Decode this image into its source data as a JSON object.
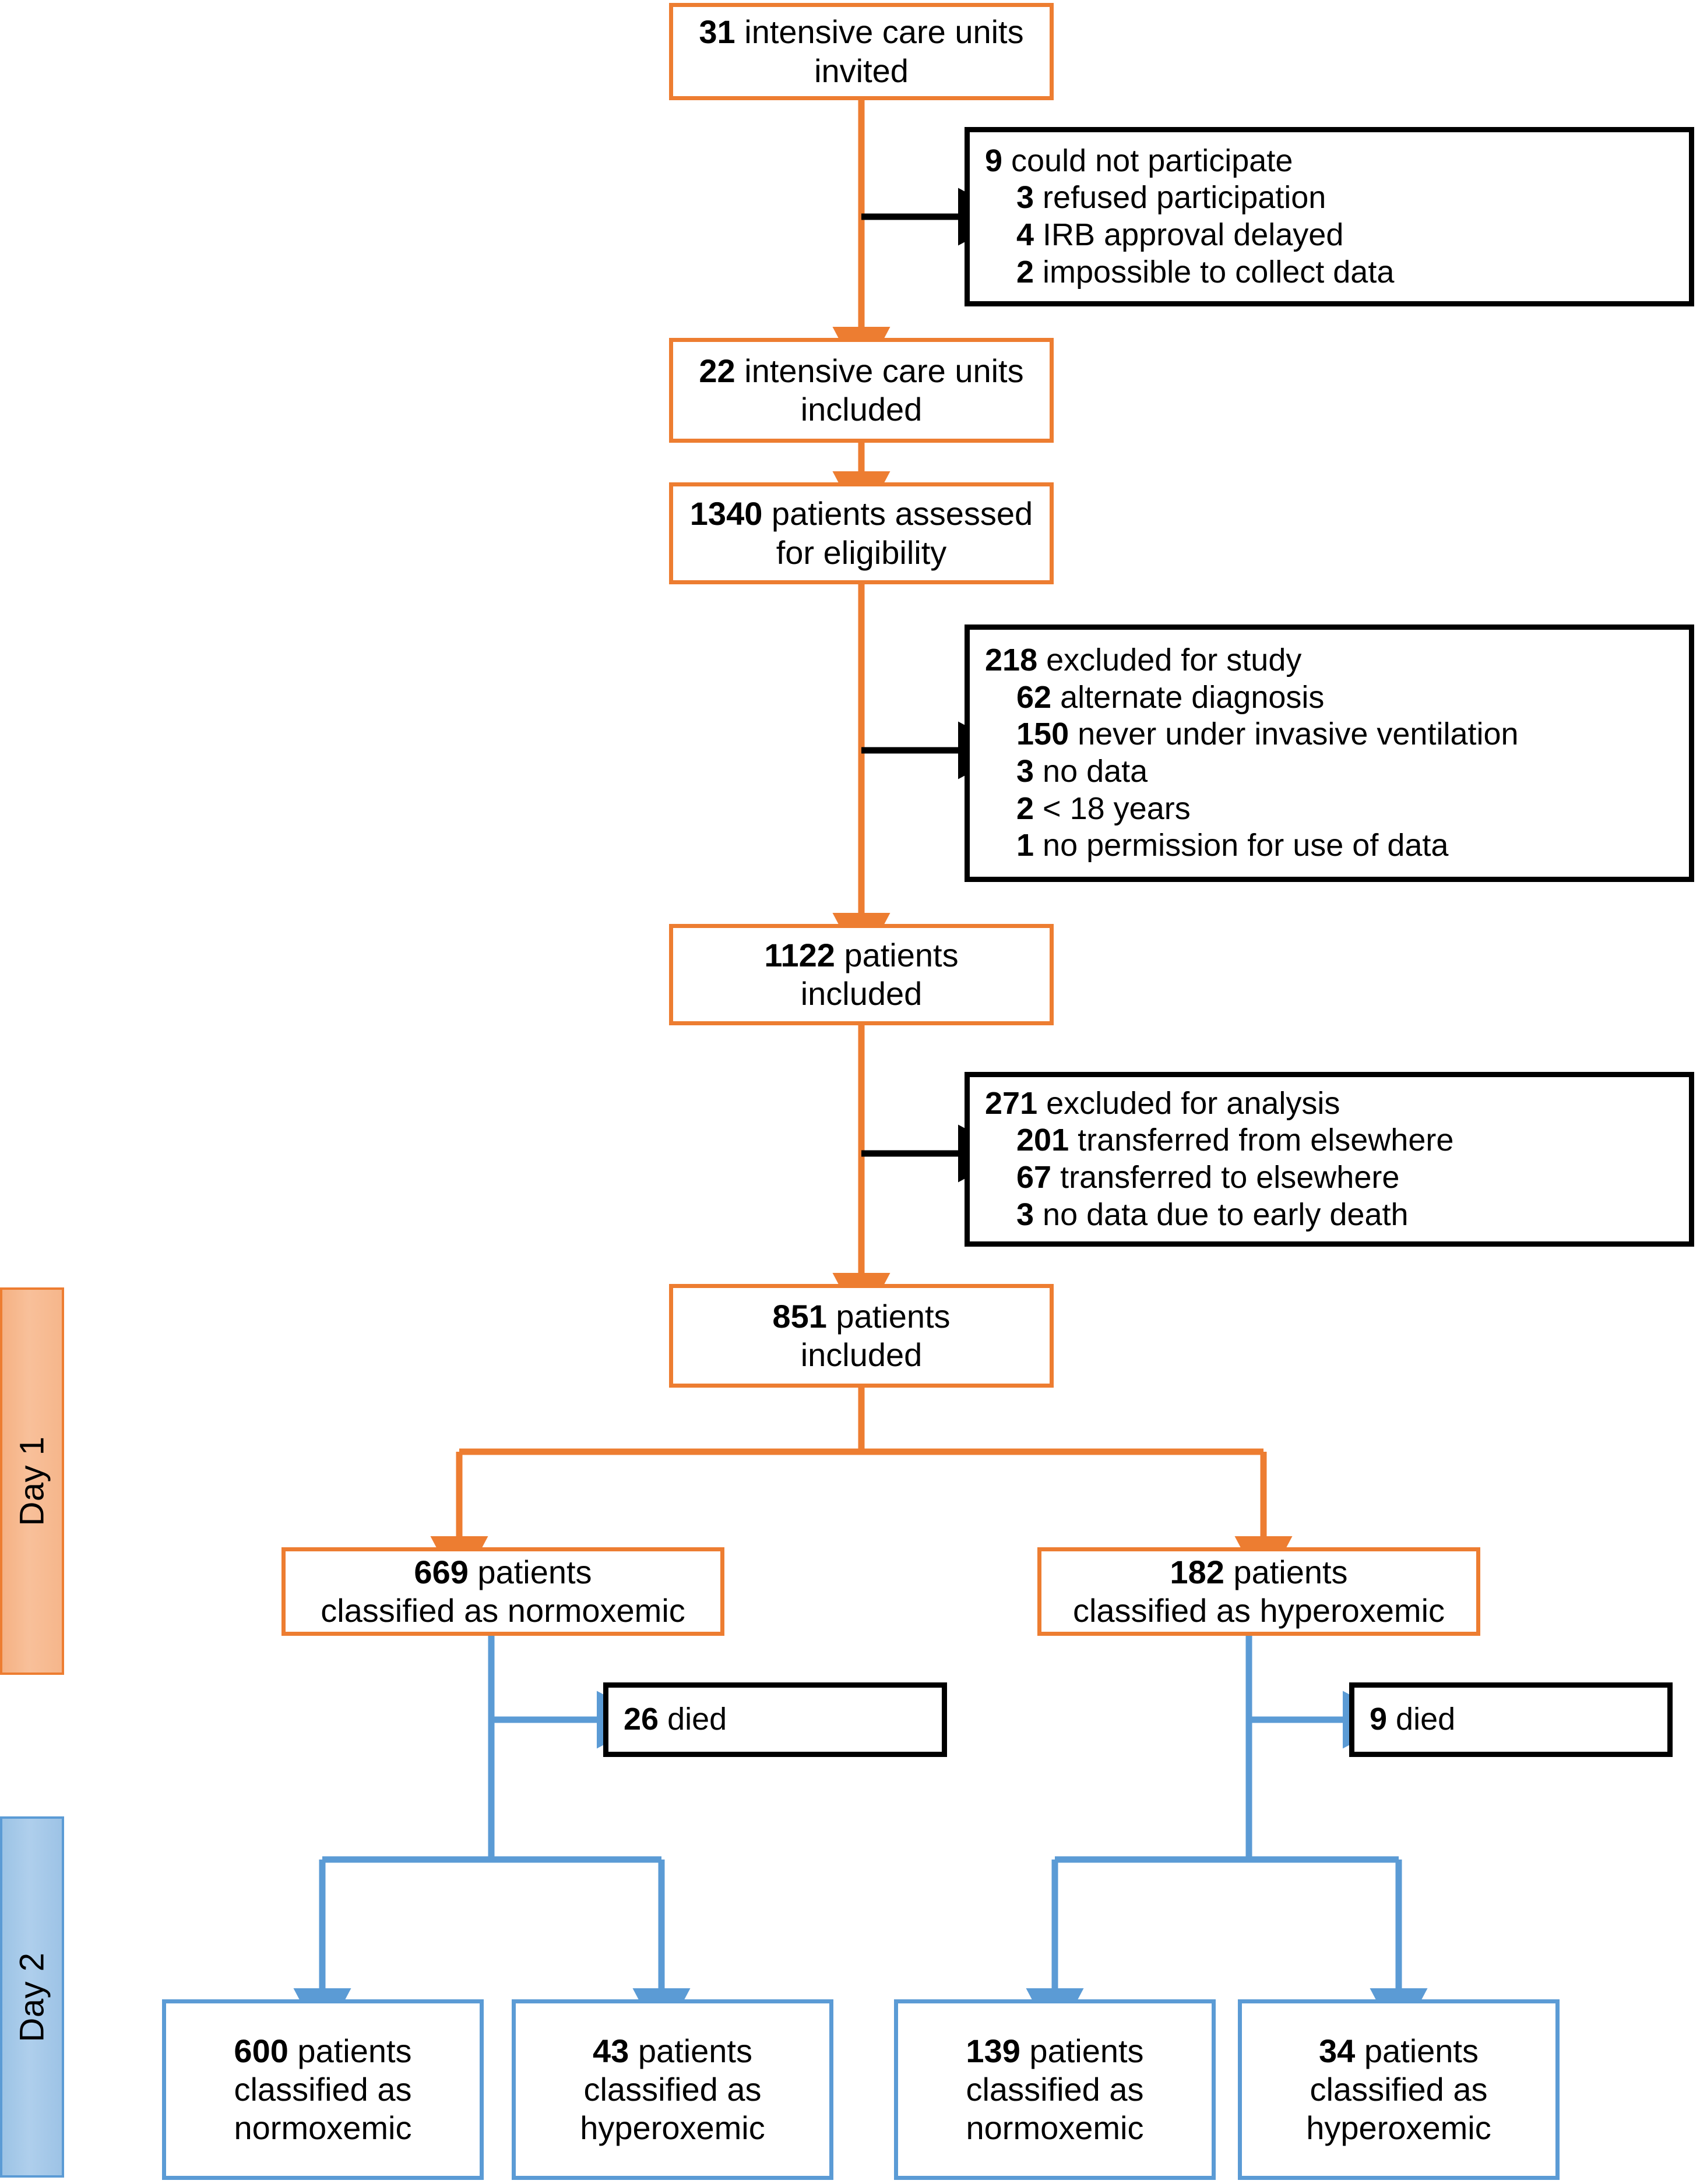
{
  "colors": {
    "orange": "#ED7D31",
    "blue": "#5B9BD5",
    "black": "#000000",
    "day1_band": "#F5B183",
    "day2_band": "#9CC3E5"
  },
  "bands": {
    "day1": "Day 1",
    "day2": "Day 2"
  },
  "nodes": {
    "icu_invited": {
      "num": "31",
      "rest": " intensive care units",
      "line2": "invited"
    },
    "icu_included": {
      "num": "22",
      "rest": " intensive care units",
      "line2": "included"
    },
    "assessed": {
      "num": "1340",
      "rest": " patients assessed",
      "line2": "for eligibility"
    },
    "included_1122": {
      "num": "1122",
      "rest": " patients",
      "line2": "included"
    },
    "included_851": {
      "num": "851",
      "rest": " patients",
      "line2": "included"
    },
    "normoxemic_d1": {
      "num": "669",
      "rest": " patients",
      "line2": "classified as normoxemic"
    },
    "hyperoxemic_d1": {
      "num": "182",
      "rest": " patients",
      "line2": "classified as hyperoxemic"
    },
    "died_left": {
      "num": "26",
      "rest": " died"
    },
    "died_right": {
      "num": "9",
      "rest": " died"
    },
    "d2_600": {
      "num": "600",
      "rest": " patients",
      "line2": "classified as",
      "line3": "normoxemic"
    },
    "d2_43": {
      "num": "43",
      "rest": " patients",
      "line2": "classified as",
      "line3": "hyperoxemic"
    },
    "d2_139": {
      "num": "139",
      "rest": " patients",
      "line2": "classified as",
      "line3": "normoxemic"
    },
    "d2_34": {
      "num": "34",
      "rest": " patients",
      "line2": "classified as",
      "line3": "hyperoxemic"
    }
  },
  "exclusions": {
    "not_participate": {
      "header_num": "9",
      "header_text": " could not participate",
      "items": [
        {
          "num": "3",
          "text": " refused participation"
        },
        {
          "num": "4",
          "text": " IRB approval delayed"
        },
        {
          "num": "2",
          "text": " impossible to collect data"
        }
      ]
    },
    "excluded_study": {
      "header_num": "218",
      "header_text": " excluded for study",
      "items": [
        {
          "num": "62",
          "text": " alternate diagnosis"
        },
        {
          "num": "150",
          "text": " never under invasive ventilation"
        },
        {
          "num": "3",
          "text": " no data"
        },
        {
          "num": "2",
          "text": " < 18 years"
        },
        {
          "num": "1",
          "text": " no permission for use of data"
        }
      ]
    },
    "excluded_analysis": {
      "header_num": "271",
      "header_text": " excluded for analysis",
      "items": [
        {
          "num": "201",
          "text": " transferred from elsewhere"
        },
        {
          "num": "67",
          "text": " transferred to elsewhere"
        },
        {
          "num": "3",
          "text": " no data due to early death"
        }
      ]
    }
  }
}
